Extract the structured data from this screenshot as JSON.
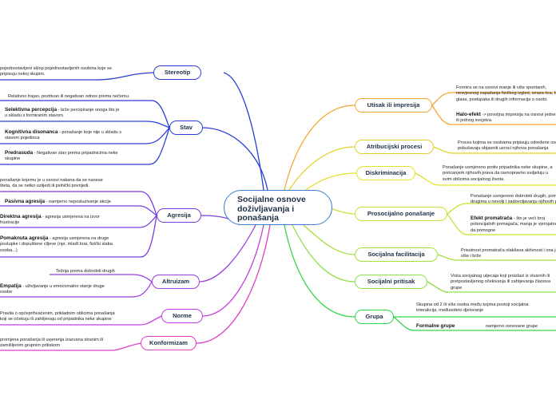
{
  "central": {
    "line1": "Socijalne osnove",
    "line2": "doživljavanja i",
    "line3": "ponašanja"
  },
  "topics": {
    "stereotip": "Stereotip",
    "stav": "Stav",
    "agresija": "Agresija",
    "altruizam": "Altruizam",
    "norme": "Norme",
    "konformizam": "Konformizam",
    "utisak": "Utisak ili impresija",
    "atribucijski": "Atribucijski procesi",
    "diskriminacija": "Diskriminacija",
    "prosocijalno": "Prosocijalno ponašanje",
    "facilitacija": "Socijalna facilitacija",
    "pritisak": "Socijalni pritisak",
    "grupa": "Grupa"
  },
  "notes": {
    "stereotip_1": "pojednostavljeni sklop pojednostavljenih osobina koje se",
    "stereotip_2": "pripisuju nekoj skupini.",
    "stav_def": "Relativno trajan, pozitivan ili negativan odnos prema nečemu.",
    "selektivna_term": "Selektivna percepcija",
    "selektivna_1": " - brže percipiranje onoga što je",
    "selektivna_2": "u skladu s formiranim stavom",
    "kognitivna_term": "Kognitivna disonanca",
    "kognitivna_1": " - ponašanje koje nije u skladu s",
    "kognitivna_2": "stavom pojedinca",
    "predrasuda_term": "Predrasuda",
    "predrasuda_1": " - Negativan stav prema pripadnicima neke",
    "predrasuda_2": "skupine",
    "agresija_def_1": "ponašanje kojemu je u osnovi nakana da se nanese",
    "agresija_def_2": "šteta, da se netko ozlijedi ili psihički povrijedi.",
    "pasivna_term": "Pasivna agresija",
    "pasivna_1": " - namjerno neposluzivanje akcije",
    "direktna_term": "Direktna agresija",
    "direktna_1": " - agresija usmjerena na izvor",
    "direktna_2": "frustracije",
    "pomaknuta_term": "Pomaknuta agresija",
    "pomaknuta_1": " - agresija usmjerena na druge",
    "pomaknuta_2": "postupke i dopuštene ciljeve (npr. mlađi brat, fizički slaba",
    "pomaknuta_3": "osoba...)",
    "altruizam_def": "Težnja prema dobrobiti drugih",
    "empatija_term": "Empatija",
    "empatija_1": " - uživljavanje u emocionalno stanje druge",
    "empatija_2": "osobe",
    "norme_1": "Pravila o općeprihvaćenim, prikladnim oblicima ponašanja",
    "norme_2": "koji se očekuju ili zahtijevaju od pripadnika neke skupine",
    "konformizam_1": "promjena ponašanja ili uvjerenja izazvana stranim ili",
    "konformizam_2": "zamišljenim grupnim pritiskom",
    "utisak_1": "Formira se na osnovi manje ili više spontanih,",
    "utisak_2": "nesvjesnog zapažanja fizičkog izgled, izraza lica, boje",
    "utisak_3": "glasa, postupaka ili drugih informacija o osobi.",
    "halo_term": "Halo-efekt",
    "halo_1": " -> povoljna impresija na osnovi jedne",
    "halo_2": "ili jednog svojstva.",
    "atrib_1": "Proces kojima se osobama pripisuju određene osobine,",
    "atrib_2": "pokušavaju objasniti uzroci njihova ponašanja",
    "diskr_1": "Ponašanje usmjereno protiv pripadnika neke skupine, a",
    "diskr_2": "poricanjem njihovih prava da ravnopravno sudjeluju u",
    "diskr_3": "svim oblicima socijalnog života",
    "prosoc_1": "Ponašanje usmjereno dobrobiti drugih, pomaganje",
    "prosoc_2": "drugima u nevolji i zadovoljavanju njihovih potreba",
    "efekt_term": "Efekt promatrača",
    "efekt_1": " - što je veći broj",
    "efekt_2": "potencijalnih pomagača, manja je vjerojatnost",
    "efekt_3": "da pomogne",
    "facil_1": "Prisutnost promatrača olakšava aktivnost i ona je",
    "facil_2": "više i brže",
    "pritisak_1": "Vrsta socijalnog utjecaja koji proizlazi iz stvarnih ili",
    "pritisak_2": "pretpostavljenog očekivanja ili zahtjevanja članova",
    "pritisak_3": "grupe",
    "grupa_1": "Skupina od 2 ili više osoba među kojima postoji socijalna",
    "grupa_2": "interakcija, međusobno djelovanje",
    "formalne_term": "Formalne grupe",
    "formalne_def": "namjerno osnovane grupe"
  },
  "colors": {
    "central_border": "#3a7ed1",
    "blue": "#2b3fd6",
    "violet": "#9b3fe0",
    "magenta": "#e03fc7",
    "orange": "#f5a531",
    "yellow": "#e2e22c",
    "lime": "#8fe04a",
    "green": "#33d64a"
  }
}
